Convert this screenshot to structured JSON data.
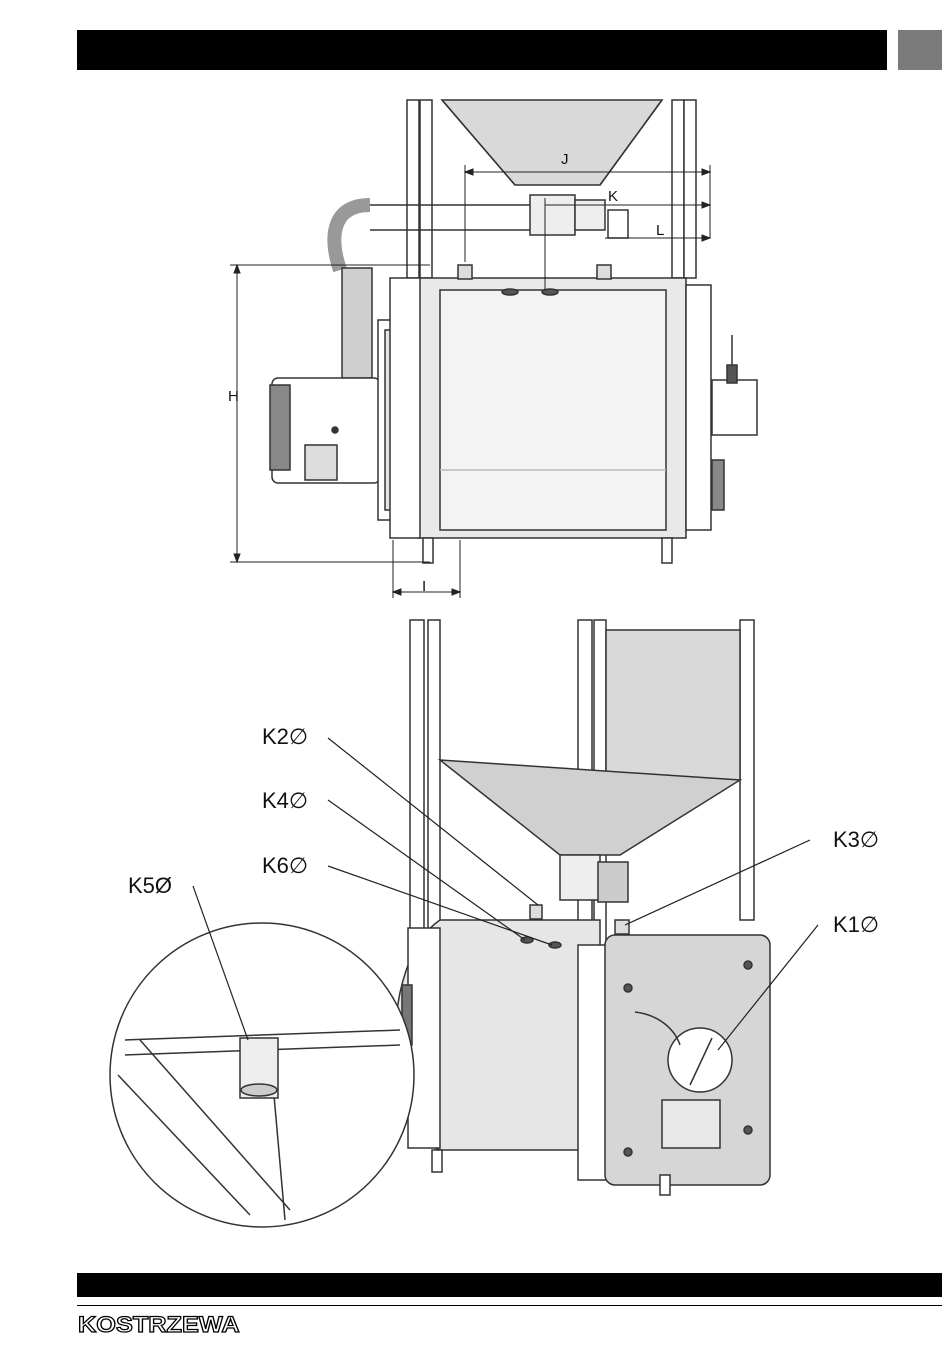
{
  "brand": {
    "logo_text": "KOSTRZEWA"
  },
  "figure_top": {
    "dimension_labels": {
      "j": "J",
      "k": "K",
      "l": "L",
      "h": "H",
      "i": "I"
    }
  },
  "figure_bottom": {
    "callouts": {
      "k1": "K1∅",
      "k2": "K2∅",
      "k3": "K3∅",
      "k4": "K4∅",
      "k5": "K5Ø",
      "k6": "K6∅"
    }
  },
  "colors": {
    "bar": "#000000",
    "tab": "#7a7a7a",
    "panel_fill": "#d9d9d9",
    "line": "#333333"
  }
}
